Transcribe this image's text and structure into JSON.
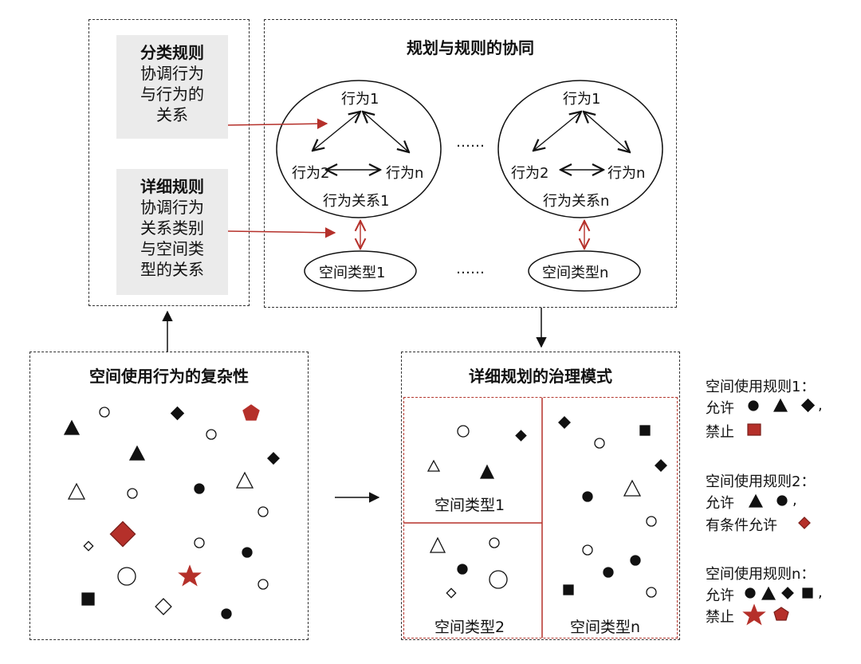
{
  "rules_panel": {
    "classification": {
      "title": "分类规则",
      "lines": [
        "协调行为",
        "与行为的",
        "关系"
      ]
    },
    "detailed": {
      "title": "详细规则",
      "lines": [
        "协调行为",
        "关系类别",
        "与空间类",
        "型的关系"
      ]
    }
  },
  "coordination_panel": {
    "title": "规划与规则的协同",
    "relation_1": {
      "behavior_top": "行为1",
      "behavior_left": "行为2",
      "behavior_right": "行为n",
      "name": "行为关系1"
    },
    "relation_n": {
      "behavior_top": "行为1",
      "behavior_left": "行为2",
      "behavior_right": "行为n",
      "name": "行为关系n"
    },
    "space_type_1": "空间类型1",
    "space_type_n": "空间类型n",
    "ellipsis": "……"
  },
  "complexity_panel": {
    "title": "空间使用行为的复杂性"
  },
  "governance_panel": {
    "title": "详细规划的治理模式",
    "zone_1": "空间类型1",
    "zone_2": "空间类型2",
    "zone_n": "空间类型n"
  },
  "legend": {
    "rule_1": {
      "title": "空间使用规则1：",
      "allow": "允许",
      "forbid": "禁止"
    },
    "rule_2": {
      "title": "空间使用规则2：",
      "allow": "允许",
      "conditional": "有条件允许"
    },
    "rule_n": {
      "title": "空间使用规则n：",
      "allow": "允许",
      "forbid": "禁止"
    }
  },
  "colors": {
    "accent_red": "#b5302a",
    "dark": "#111111",
    "panel_gray": "#ebebeb"
  }
}
